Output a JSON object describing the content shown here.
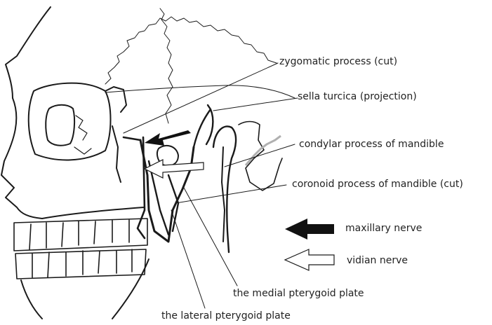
{
  "labels": {
    "zygomatic": "zygomatic process (cut)",
    "sella": "sella turcica (projection)",
    "condylar": "condylar process of mandible",
    "coronoid": "coronoid process of mandible (cut)",
    "medial_plate": "the medial pterygoid plate",
    "lateral_plate": "the lateral pterygoid plate"
  },
  "legend": {
    "maxillary": "maxillary nerve",
    "vidian": "vidian nerve"
  },
  "colors": {
    "ink": "#1a1a1a",
    "maxillary_arrow": "#111111",
    "vidian_arrow": "#ffffff"
  }
}
